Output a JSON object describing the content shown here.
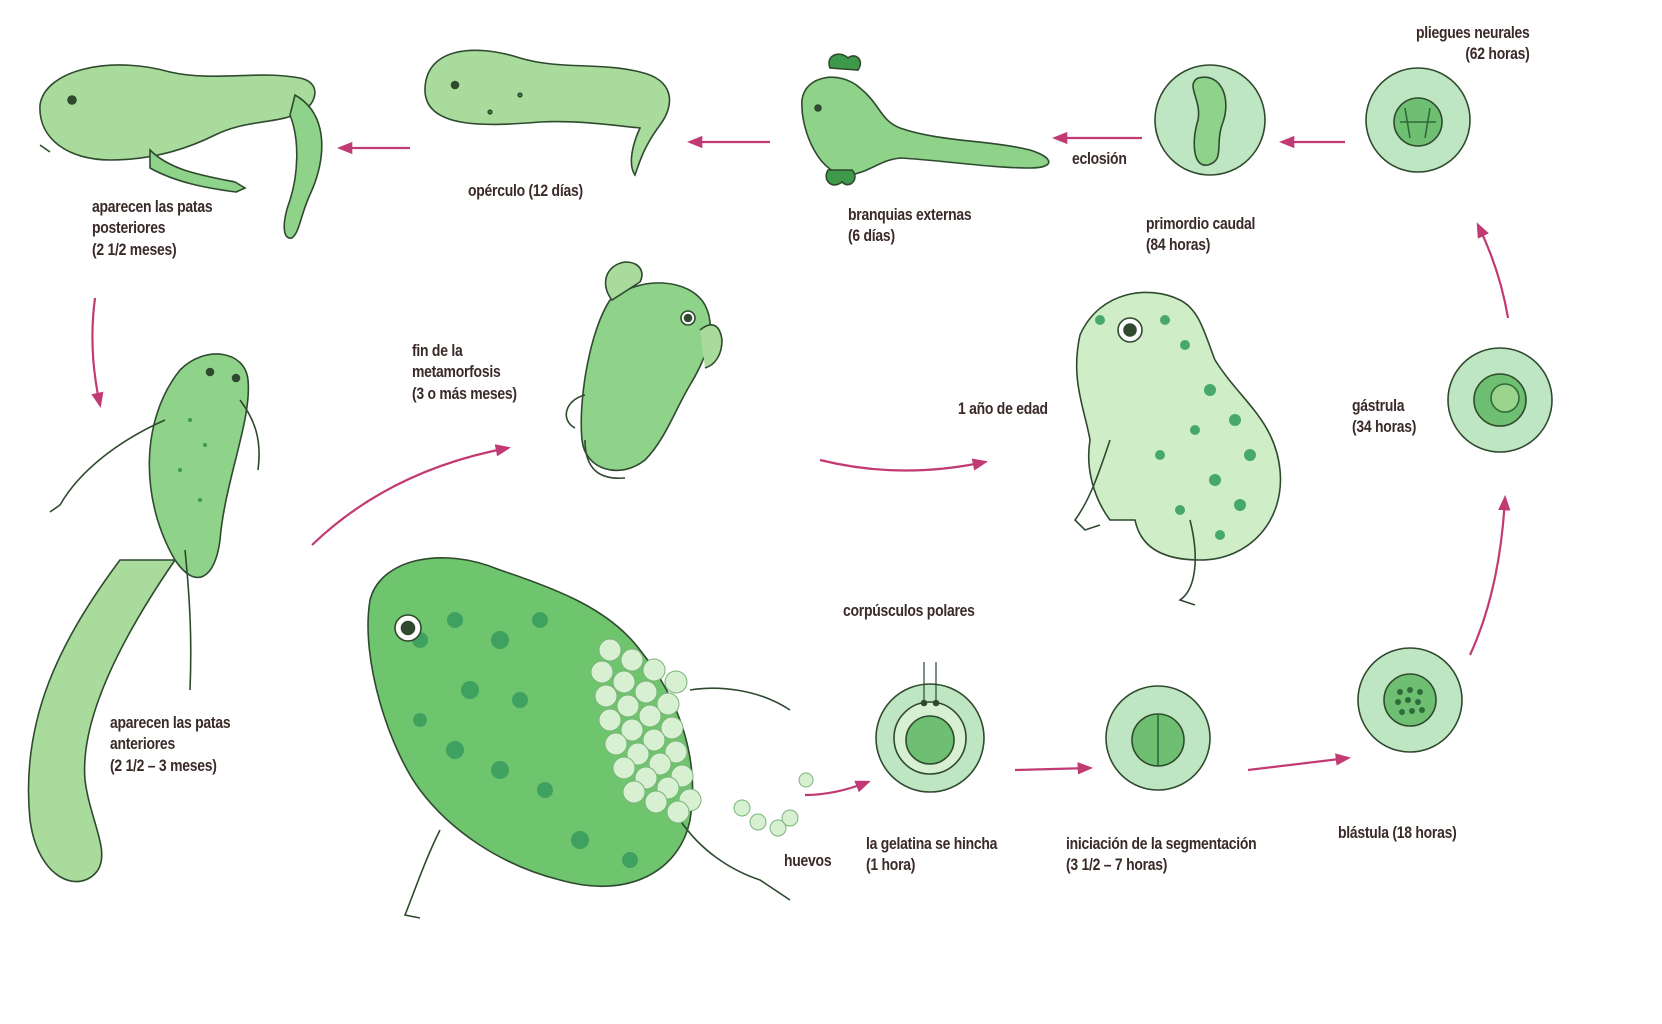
{
  "colors": {
    "body_light": "#bfe6b3",
    "body_mid": "#8fd28a",
    "body_dark": "#3e9a4a",
    "spots": "#2f9e5a",
    "outline": "#2f4a2f",
    "arrow": "#c23a74",
    "egg_ring": "#bfe6c2",
    "text": "#3a2a28"
  },
  "labels": {
    "hind_legs": [
      "aparecen las patas",
      "posteriores",
      "(2 1/2 meses)"
    ],
    "operculum": "opérculo (12 días)",
    "external_gills": [
      "branquias externas",
      "(6 días)"
    ],
    "hatching": "eclosión",
    "tail_bud": [
      "primordio caudal",
      "(84 horas)"
    ],
    "neural_folds": [
      "pliegues neurales",
      "(62 horas)"
    ],
    "metamorphosis_end": [
      "fin de la",
      "metamorfosis",
      "(3 o más meses)"
    ],
    "one_year": "1 año de edad",
    "gastrula": [
      "gástrula",
      "(34 horas)"
    ],
    "front_legs": [
      "aparecen las patas",
      "anteriores",
      "(2 1/2 –  3 meses)"
    ],
    "polar_bodies": "corpúsculos polares",
    "jelly_swells": [
      "la gelatina se hincha",
      "(1 hora)"
    ],
    "segmentation": [
      "iniciación de la segmentación",
      "(3 1/2 –  7 horas)"
    ],
    "blastula": "blástula (18 horas)",
    "eggs": "huevos"
  },
  "icons": {
    "stage_tadpole_hindlegs": "tadpole-with-hind-legs-icon",
    "stage_tadpole_operculum": "tadpole-operculum-icon",
    "stage_tadpole_gills": "tadpole-external-gills-icon",
    "stage_embryo_tailbud": "embryo-tail-bud-icon",
    "stage_embryo_neural": "embryo-neural-folds-icon",
    "stage_embryo_gastrula": "embryo-gastrula-icon",
    "stage_embryo_blastula": "embryo-blastula-icon",
    "stage_egg_segmentation": "egg-segmentation-icon",
    "stage_egg_jelly": "egg-jelly-icon",
    "stage_tadpole_frontlegs": "tadpole-with-front-legs-icon",
    "stage_froglet": "froglet-icon",
    "stage_adult_frog": "adult-frog-icon",
    "stage_female_laying": "frog-laying-eggs-icon"
  }
}
